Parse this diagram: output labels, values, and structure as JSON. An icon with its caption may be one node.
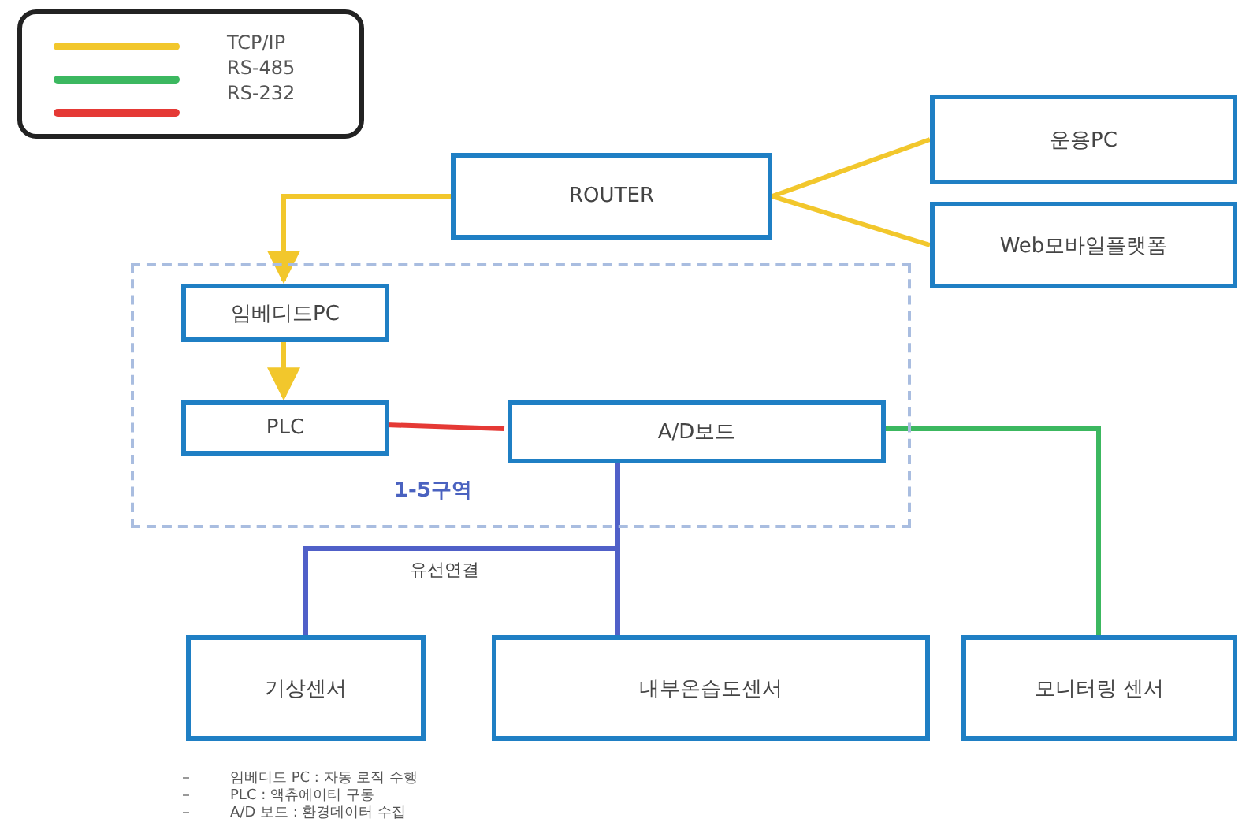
{
  "diagram": {
    "nodes": [
      {
        "text": [
          "ROUTER"
        ]
      },
      {
        "text": [
          "운용PC"
        ]
      },
      {
        "text": [
          "Web모바일플랫폼"
        ]
      },
      {
        "text": [
          "1-5구역"
        ]
      },
      {
        "text": [
          "임베디드PC"
        ],
        "in": 3
      },
      {
        "text": [
          "PLC"
        ],
        "in": 3
      },
      {
        "text": [
          "A/D보드"
        ],
        "in": 3
      },
      {
        "text": [
          "기상센서"
        ]
      },
      {
        "text": [
          "내부온습도센서"
        ]
      },
      {
        "text": [
          "모니터링 센서"
        ]
      }
    ],
    "edges": [
      {
        "from": 0,
        "to": 4,
        "arrow": "to",
        "color": "#f2c72c"
      },
      {
        "from": 4,
        "to": 5,
        "arrow": "to",
        "color": "#f2c72c"
      },
      {
        "from": 0,
        "to": 1,
        "arrow": "none",
        "color": "#f2c72c"
      },
      {
        "from": 0,
        "to": 2,
        "arrow": "none",
        "color": "#f2c72c"
      },
      {
        "from": 5,
        "to": 6,
        "arrow": "none",
        "color": "#e53935"
      },
      {
        "from": 6,
        "to": 7,
        "arrow": "none",
        "color": "#5060c8",
        "label": "유선연결"
      },
      {
        "from": 6,
        "to": 8,
        "arrow": "none",
        "color": "#5060c8"
      },
      {
        "from": 6,
        "to": 9,
        "arrow": "none",
        "color": "#3cb860"
      }
    ],
    "labels": [
      "임베디드 PC : 자동 로직 수행",
      "PLC : 액츄에이터 구동",
      "A/D 보드 : 환경데이터 수집"
    ],
    "legend": [
      {
        "text": "TCP/IP",
        "color": "#f2c72c"
      },
      {
        "text": "RS-485",
        "color": "#3cb860"
      },
      {
        "text": "RS-232",
        "color": "#e53935"
      }
    ]
  }
}
